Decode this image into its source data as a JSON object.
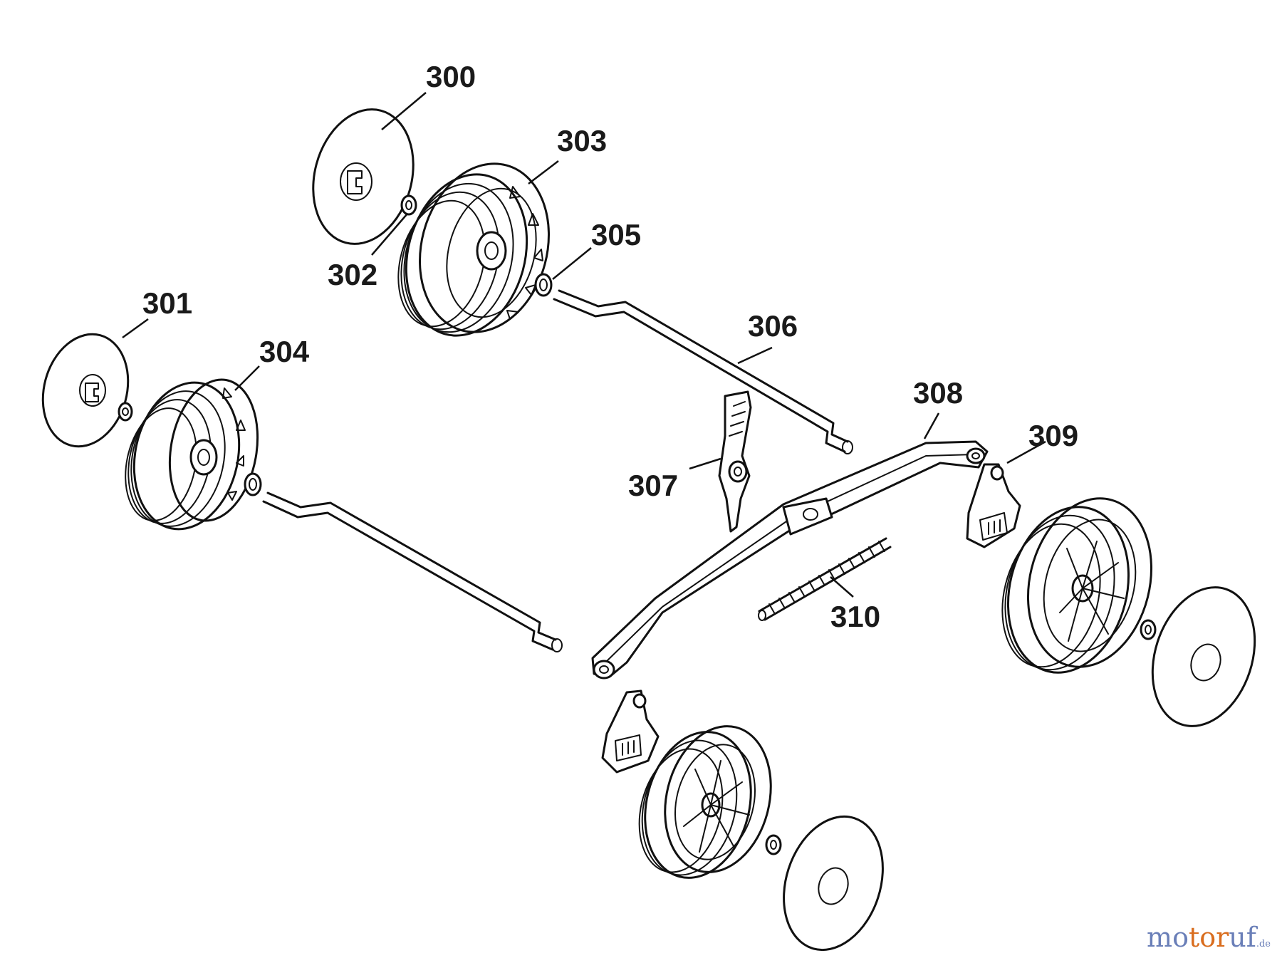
{
  "labels": {
    "p300": "300",
    "p301": "301",
    "p302": "302",
    "p303": "303",
    "p304": "304",
    "p305": "305",
    "p306": "306",
    "p307": "307",
    "p308": "308",
    "p309": "309",
    "p310": "310"
  },
  "watermark": {
    "mo": "mo",
    "tor": "tor",
    "uf": "uf",
    "de": ".de"
  },
  "colors": {
    "line": "#111111",
    "background": "#ffffff",
    "watermark_blue": "#6a7fb8",
    "watermark_orange": "#d96d1e"
  }
}
